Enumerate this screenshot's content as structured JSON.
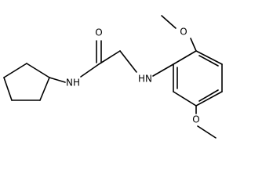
{
  "molecule": {
    "atoms": {
      "carbonyl_oxygen": "O",
      "amide_nitrogen": "NH",
      "amine_nitrogen": "HN",
      "methoxy_oxygen_top": "O",
      "methoxy_oxygen_bottom": "O"
    }
  },
  "colors": {
    "ink": "#000000",
    "background": "#ffffff"
  }
}
